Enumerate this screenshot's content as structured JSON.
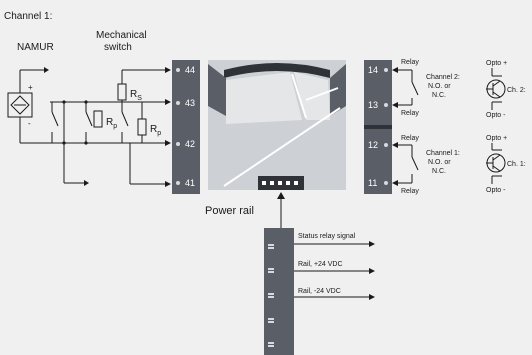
{
  "title": "Channel 1:",
  "namur_label": "NAMUR",
  "mech_switch_label": [
    "Mechanical",
    "switch"
  ],
  "resistor_s": "R",
  "resistor_s_sub": "S",
  "resistor_p": "R",
  "resistor_p_sub": "p",
  "plus_sign": "+",
  "minus_sign": "-",
  "input_terminals": [
    "44",
    "43",
    "42",
    "41"
  ],
  "output_terminals": [
    "14",
    "13",
    "12",
    "11"
  ],
  "relay_labels": [
    "Relay",
    "Relay",
    "Relay",
    "Relay"
  ],
  "channel2_desc": [
    "Channel 2:",
    "N.O. or",
    "N.C."
  ],
  "channel1_desc": [
    "Channel 1:",
    "N.O. or",
    "N.C."
  ],
  "opto_plus": "Opto +",
  "opto_minus": "Opto -",
  "ch2_label": "Ch. 2:",
  "ch1_label": "Ch. 1:",
  "power_rail_label": "Power rail",
  "rail_signals": [
    "Status relay signal",
    "Rail, +24 VDC",
    "Rail, -24 VDC"
  ],
  "colors": {
    "terminal_block": "#5a5e66",
    "module_body": "#cdd0d4",
    "module_dark": "#5a5e66",
    "module_light": "#e4e6e8",
    "module_top": "#2f3338"
  }
}
